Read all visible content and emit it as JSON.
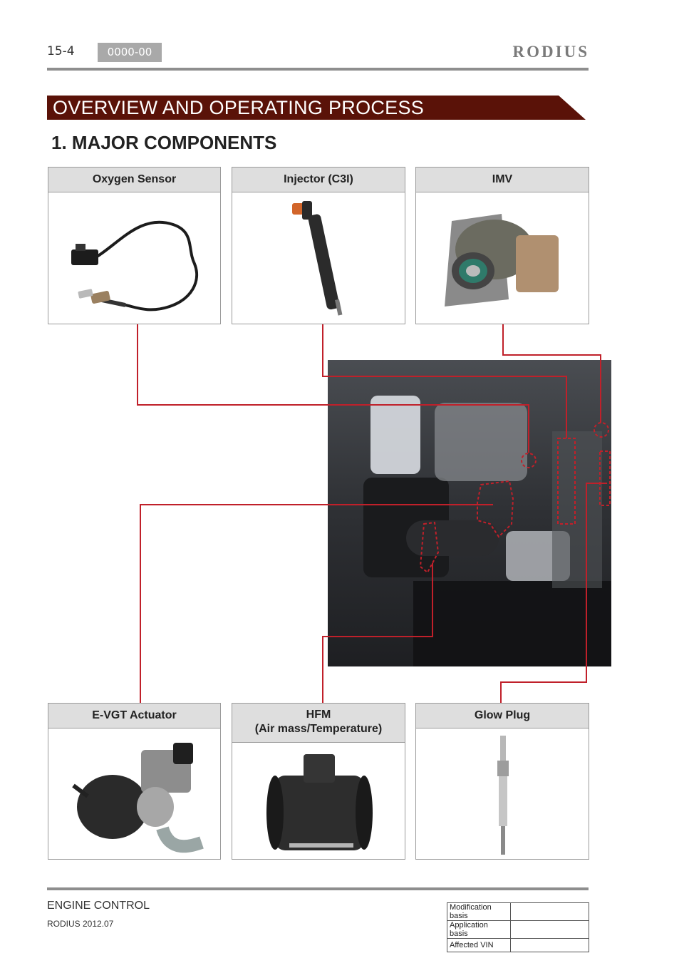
{
  "header": {
    "page_number": "15-4",
    "code": "0000-00",
    "brand": "RODIUS"
  },
  "banner": {
    "title": "OVERVIEW AND OPERATING PROCESS"
  },
  "section": {
    "title": "1. MAJOR COMPONENTS"
  },
  "components": {
    "oxygen_sensor": "Oxygen Sensor",
    "injector": "Injector (C3I)",
    "imv": "IMV",
    "evgt": "E-VGT Actuator",
    "hfm_line1": "HFM",
    "hfm_line2": "(Air mass/Temperature)",
    "glow_plug": "Glow Plug"
  },
  "colors": {
    "banner": "#5a1208",
    "leader_line": "#c0202a",
    "rule": "#8e8e8e",
    "card_header": "#dedede"
  },
  "footer": {
    "title": "ENGINE CONTROL",
    "subtitle": "RODIUS 2012.07",
    "rows": [
      {
        "label": "Modification basis",
        "value": ""
      },
      {
        "label": "Application basis",
        "value": ""
      },
      {
        "label": "Affected VIN",
        "value": ""
      }
    ]
  }
}
